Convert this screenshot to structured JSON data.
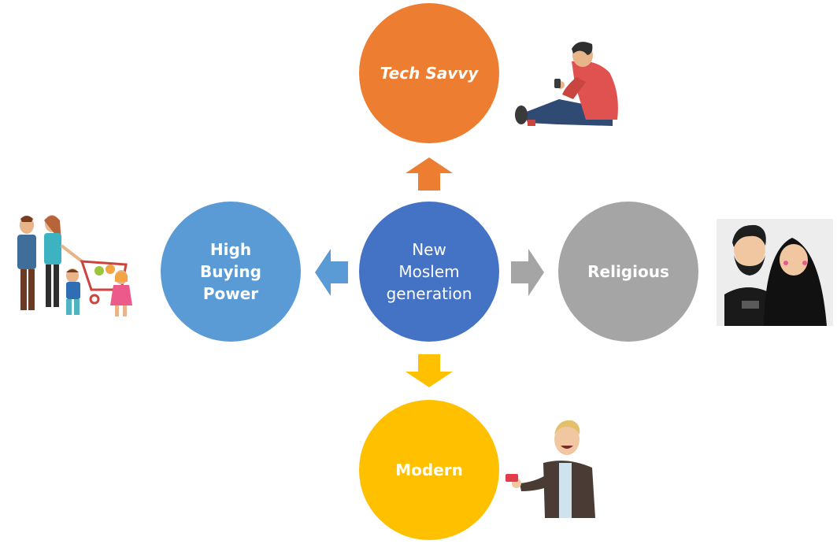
{
  "diagram": {
    "center": {
      "label": "New\nMoslem\ngeneration",
      "color": "#4472C4"
    },
    "top": {
      "label": "Tech Savvy",
      "color": "#ED7D31"
    },
    "left": {
      "label": "High\nBuying\nPower",
      "color": "#5B9BD5"
    },
    "right": {
      "label": "Religious",
      "color": "#A5A5A5"
    },
    "bottom": {
      "label": "Modern",
      "color": "#FFC000"
    }
  },
  "illustrations": {
    "top_right": "person-sitting-with-phone",
    "left": "family-shopping-with-cart",
    "right": "muslim-couple",
    "bottom_right": "smiling-man-with-card"
  }
}
